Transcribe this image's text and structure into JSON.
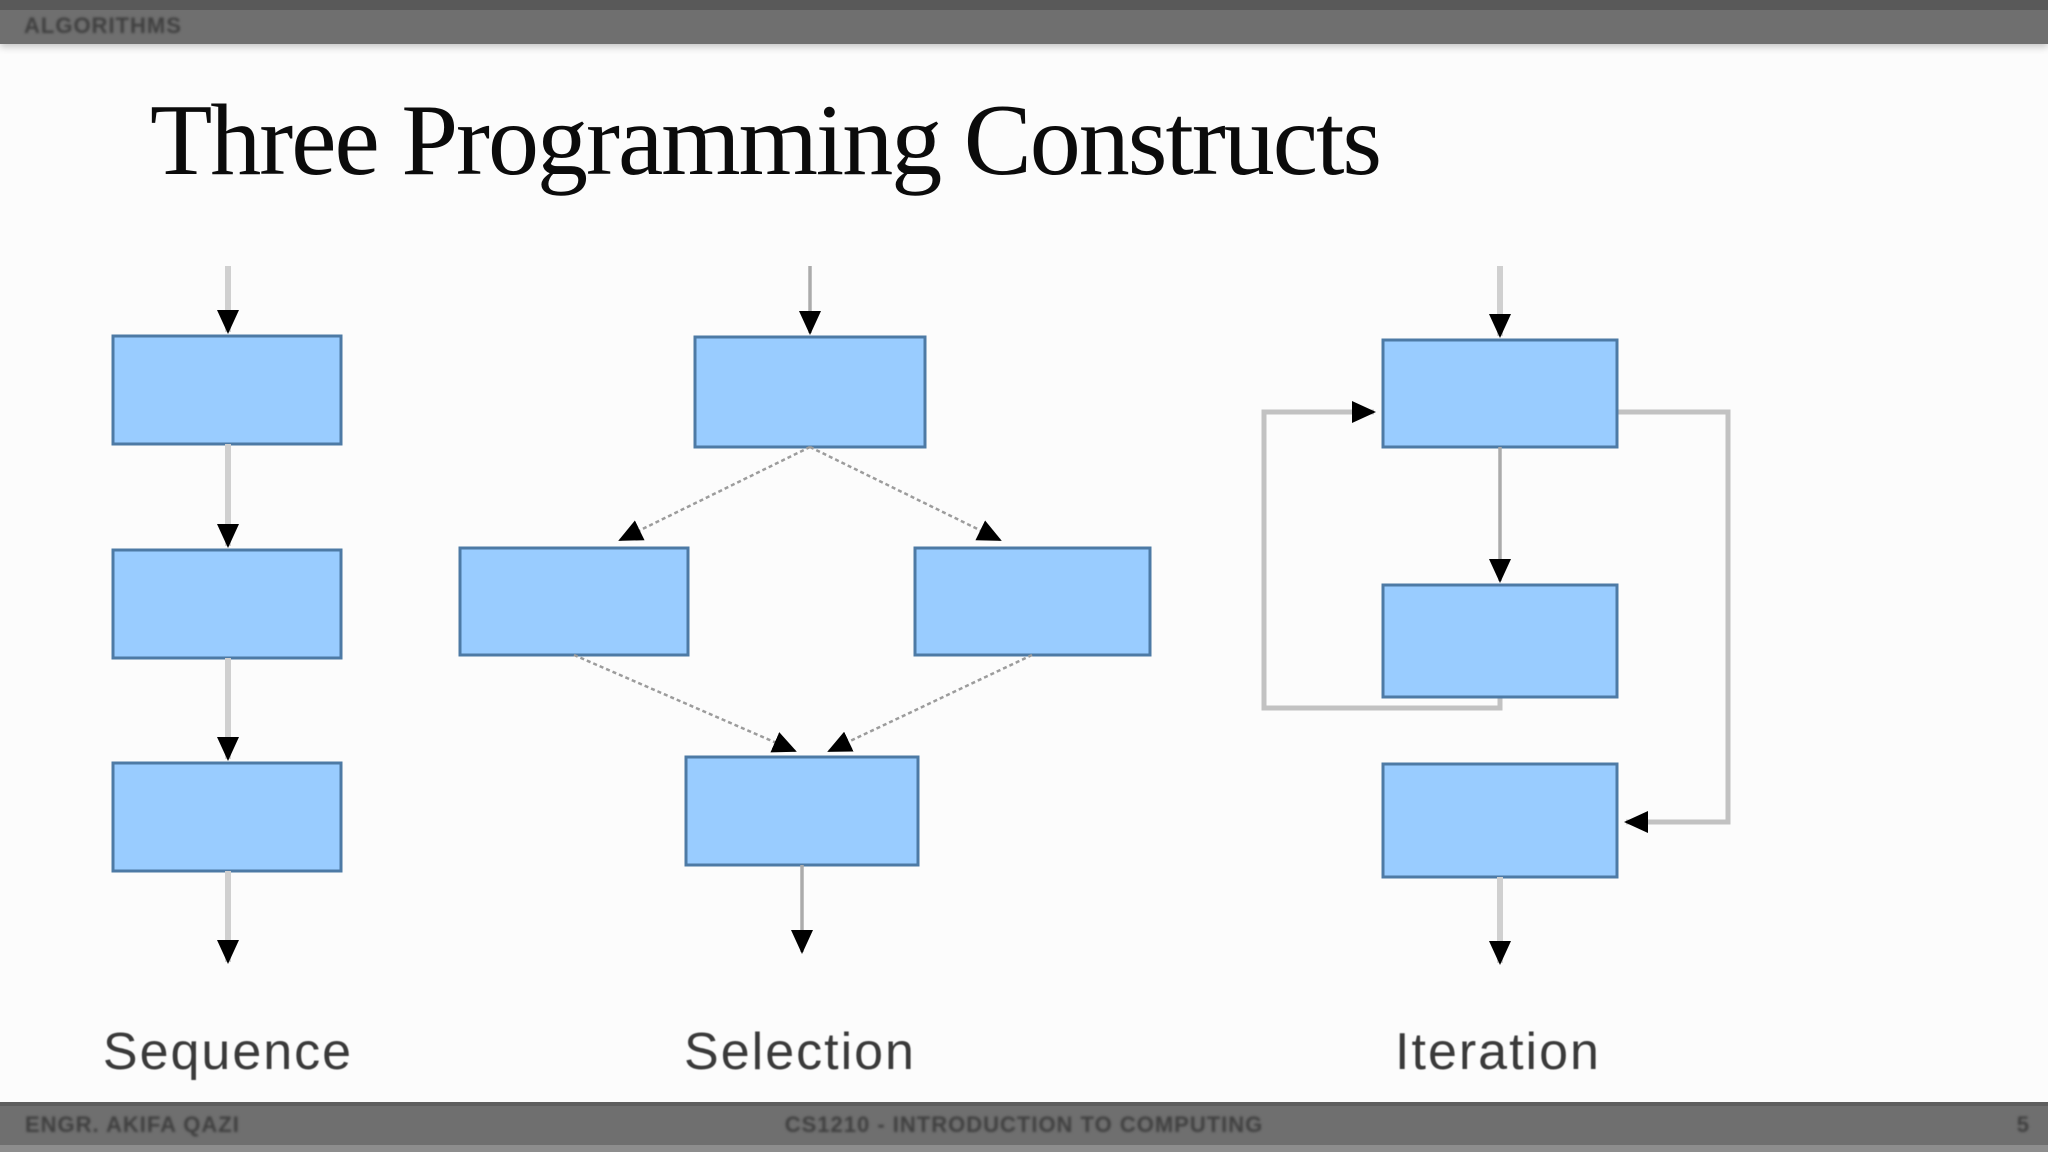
{
  "header": {
    "left_text": "ALGORITHMS"
  },
  "slide": {
    "title": "Three Programming Constructs"
  },
  "diagrams": [
    {
      "id": "sequence",
      "label": "Sequence"
    },
    {
      "id": "selection",
      "label": "Selection"
    },
    {
      "id": "iteration",
      "label": "Iteration"
    }
  ],
  "footer": {
    "left_text": "ENGR. AKIFA QAZI",
    "center_text": "CS1210 - INTRODUCTION TO COMPUTING",
    "page_number": "5"
  },
  "colors": {
    "box_fill": "#99ccff",
    "box_border": "#4d7aa5",
    "bar_gray": "#6f6f6f",
    "bar_dark": "#595959",
    "bar_light": "#8d8d8d",
    "bar_text": "#3f3f3f",
    "title_text": "#0b0b0b",
    "label_text": "#3a3a3a",
    "connector_light": "#d0d0d0",
    "connector_mid": "#ababab",
    "diagonal_gray": "#9c9c9c",
    "loop_gray": "#c2c2c2",
    "arrowhead": "#000000"
  }
}
